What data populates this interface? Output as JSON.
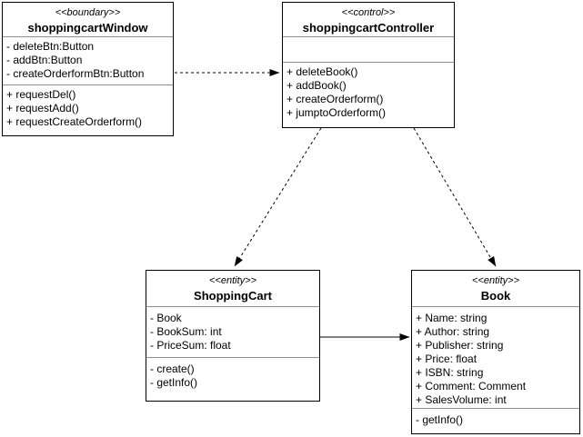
{
  "diagram": {
    "type": "uml-class-diagram",
    "colors": {
      "background": "#ffffff",
      "box_fill": "#ffffff",
      "box_border": "#000000",
      "separator": "#8f8f8f",
      "text": "#000000",
      "edge": "#000000"
    },
    "classes": [
      {
        "stereotype": "<<boundary>>",
        "name": "shoppingcartWindow",
        "attributes": [
          "- deleteBtn:Button",
          "- addBtn:Button",
          "- createOrderformBtn:Button"
        ],
        "methods": [
          "+ requestDel()",
          "+ requestAdd()",
          "+ requestCreateOrderform()"
        ]
      },
      {
        "stereotype": "<<control>>",
        "name": "shoppingcartController",
        "attributes": [],
        "methods": [
          "+ deleteBook()",
          "+ addBook()",
          "+ createOrderform()",
          "+ jumptoOrderform()"
        ]
      },
      {
        "stereotype": "<<entity>>",
        "name": "ShoppingCart",
        "attributes": [
          "- Book",
          "- BookSum: int",
          "- PriceSum: float"
        ],
        "methods": [
          "- create()",
          "- getInfo()"
        ]
      },
      {
        "stereotype": "<<entity>>",
        "name": "Book",
        "attributes": [
          "+ Name: string",
          "+ Author: string",
          "+ Publisher: string",
          "+ Price: float",
          "+ ISBN: string",
          "+ Comment: Comment",
          "+ SalesVolume: int"
        ],
        "methods": [
          "- getInfo()"
        ]
      }
    ],
    "edges": [
      {
        "from": "shoppingcartWindow",
        "to": "shoppingcartController",
        "style": "dashed",
        "arrowhead": "filled"
      },
      {
        "from": "shoppingcartController",
        "to": "ShoppingCart",
        "style": "dashed",
        "arrowhead": "filled"
      },
      {
        "from": "shoppingcartController",
        "to": "Book",
        "style": "dashed",
        "arrowhead": "filled"
      },
      {
        "from": "ShoppingCart",
        "to": "Book",
        "style": "solid",
        "arrowhead": "filled"
      }
    ]
  }
}
